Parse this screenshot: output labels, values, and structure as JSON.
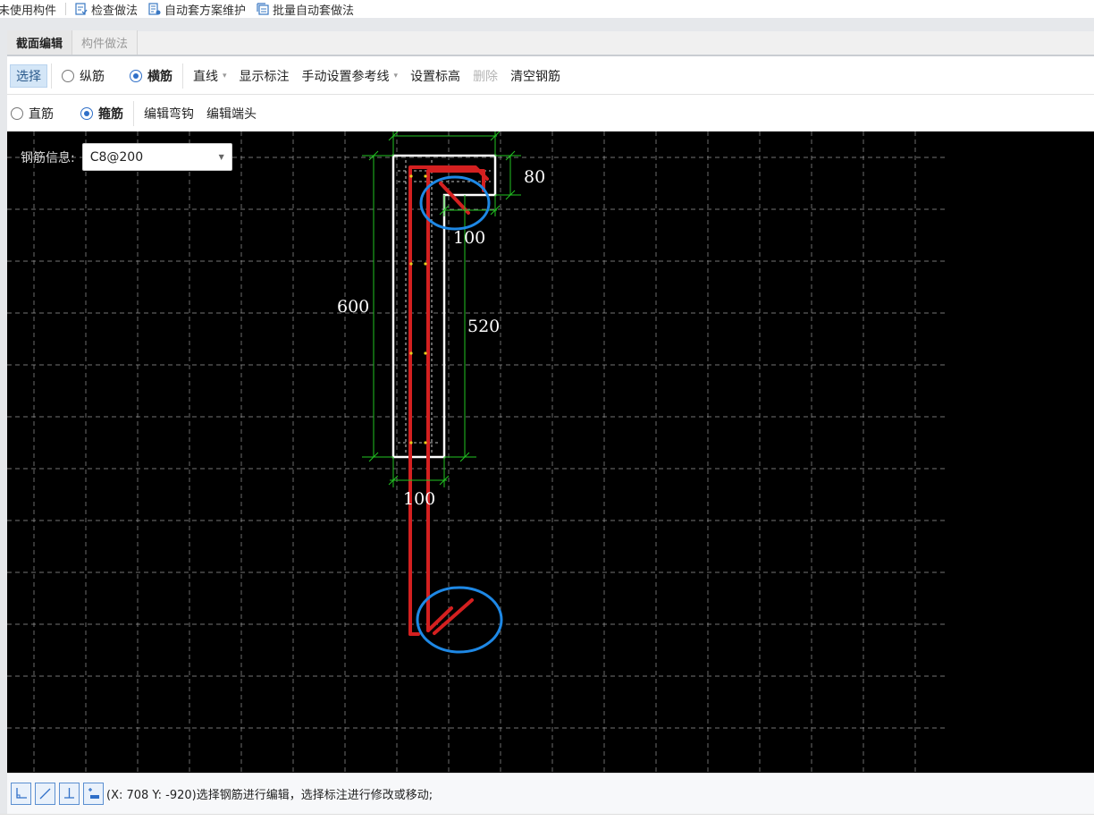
{
  "top_toolbar": {
    "items": [
      {
        "label": "未使用构件",
        "icon": "unused-icon"
      },
      {
        "label": "检查做法",
        "icon": "check-icon"
      },
      {
        "label": "自动套方案维护",
        "icon": "auto-plan-icon"
      },
      {
        "label": "批量自动套做法",
        "icon": "batch-icon"
      }
    ]
  },
  "tabs": [
    {
      "label": "截面编辑",
      "active": true
    },
    {
      "label": "构件做法",
      "active": false
    }
  ],
  "ribbon_1": {
    "select_label": "选择",
    "radio_longitudinal": "纵筋",
    "radio_transverse": "横筋",
    "line_label": "直线",
    "show_dimension": "显示标注",
    "manual_reference": "手动设置参考线",
    "set_elevation": "设置标高",
    "delete_label": "删除",
    "clear_rebar": "清空钢筋"
  },
  "ribbon_2": {
    "radio_straight": "直筋",
    "radio_stirrup": "箍筋",
    "edit_hook": "编辑弯钩",
    "edit_end": "编辑端头"
  },
  "rebar_info": {
    "label": "钢筋信息:",
    "value": "C8@200"
  },
  "dimensions": {
    "top_flange_height": "80",
    "top_flange_width": "100",
    "total_height": "600",
    "web_height": "520",
    "web_width": "100"
  },
  "status_bar": {
    "snap_icons": [
      "corner-snap-icon",
      "diagonal-snap-icon",
      "perpendicular-snap-icon",
      "point-snap-icon"
    ],
    "text": "(X: 708 Y: -920)选择钢筋进行编辑，选择标注进行修改或移动;"
  },
  "colors": {
    "canvas_bg": "#000000",
    "grid": "#9a9a9a",
    "dimension": "#22c322",
    "outline": "#ffffff",
    "rebar": "#d42020",
    "highlight": "#1e88e5",
    "accent": "#2f6fc8"
  }
}
